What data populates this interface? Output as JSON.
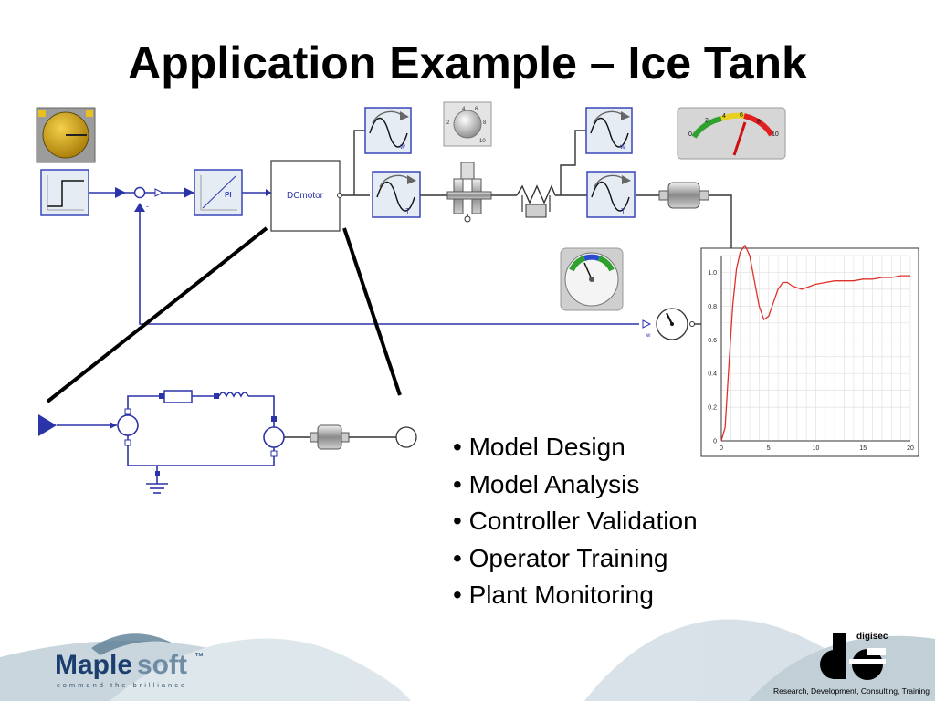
{
  "slide": {
    "title": "Application Example – Ice Tank",
    "bullets": [
      "Model Design",
      "Model Analysis",
      "Controller Validation",
      "Operator Training",
      "Plant Monitoring"
    ]
  },
  "blocks": {
    "pi_label": "PI",
    "dcmotor_label": "DCmotor",
    "sensor_w_label": "w",
    "sensor_t_label": "T",
    "minus_label": "-",
    "speed_sensor_label": "w"
  },
  "gauges": {
    "top_right": {
      "ticks": [
        "0",
        "2",
        "4",
        "6",
        "8",
        "10"
      ]
    },
    "knob": {
      "ticks": [
        "2",
        "4",
        "6",
        "8",
        "10"
      ]
    }
  },
  "chart_data": {
    "type": "line",
    "xlim": [
      0,
      20
    ],
    "ylim": [
      0,
      1.1
    ],
    "xticks": [
      "0",
      "5",
      "10",
      "15",
      "20"
    ],
    "yticks": [
      "0",
      "0.2",
      "0.4",
      "0.6",
      "0.8",
      "1.0"
    ],
    "grid": true,
    "series": [
      {
        "color": "#e0302a",
        "x": [
          0,
          0.4,
          0.8,
          1.2,
          1.6,
          2.0,
          2.5,
          3.0,
          3.5,
          4.0,
          4.5,
          5.0,
          5.5,
          6.0,
          6.5,
          7.0,
          7.5,
          8.0,
          8.5,
          9.0,
          9.5,
          10.0,
          11.0,
          12.0,
          13.0,
          14.0,
          15.0,
          16.0,
          17.0,
          18.0,
          19.0,
          20.0
        ],
        "y": [
          0,
          0.08,
          0.45,
          0.8,
          1.02,
          1.12,
          1.16,
          1.1,
          0.95,
          0.8,
          0.72,
          0.74,
          0.82,
          0.9,
          0.94,
          0.94,
          0.92,
          0.91,
          0.9,
          0.91,
          0.92,
          0.93,
          0.94,
          0.95,
          0.95,
          0.95,
          0.96,
          0.96,
          0.97,
          0.97,
          0.98,
          0.98
        ]
      }
    ]
  },
  "branding": {
    "maplesoft_main": "Maple",
    "maplesoft_soft": "soft",
    "maplesoft_tm": "™",
    "maplesoft_tagline": "command the brilliance",
    "digisec_name": "digisec",
    "digisec_tagline": "Research, Development, Consulting, Training"
  },
  "colors": {
    "connector_blue": "#2b33a8",
    "block_fill": "#e6ecf4",
    "curve_red": "#e0302a",
    "knob_gold": "#d4a20c",
    "swoosh": "#7a9cb0"
  }
}
